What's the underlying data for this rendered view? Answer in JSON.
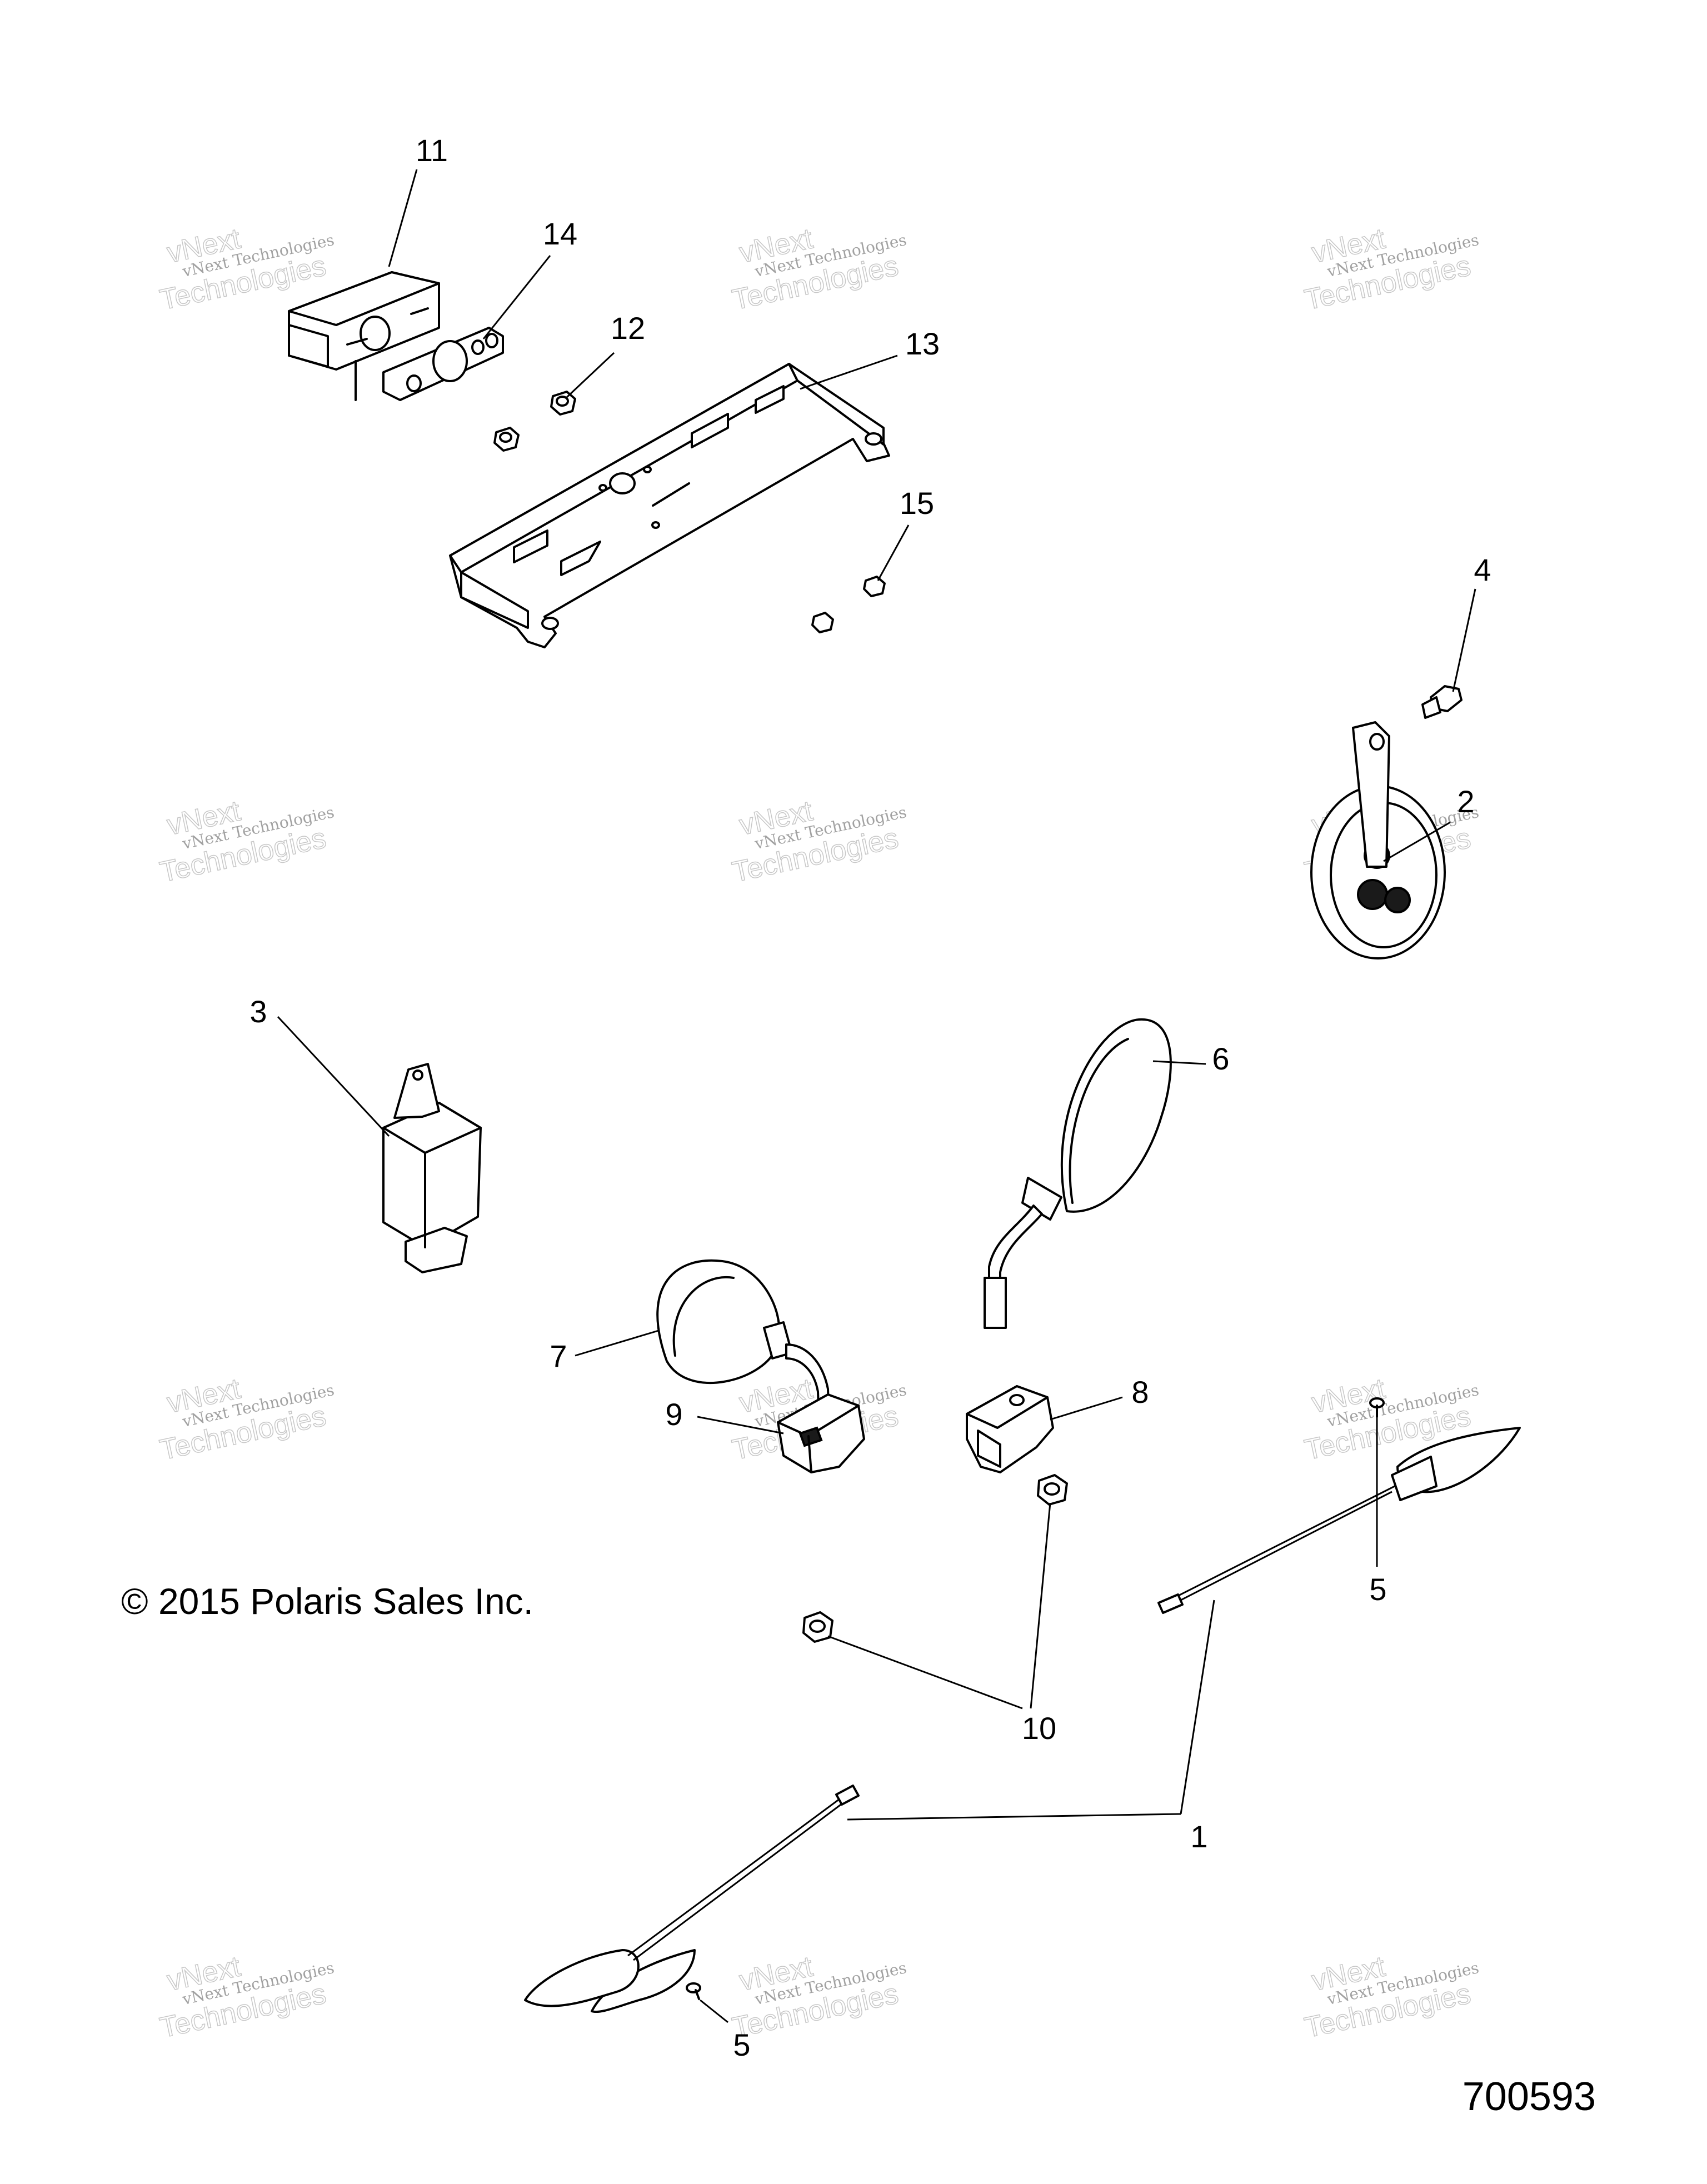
{
  "callouts": {
    "c1": "1",
    "c2": "2",
    "c3": "3",
    "c4": "4",
    "c5a": "5",
    "c5b": "5",
    "c6": "6",
    "c7": "7",
    "c8": "8",
    "c9": "9",
    "c10": "10",
    "c11": "11",
    "c12": "12",
    "c13": "13",
    "c14": "14",
    "c15": "15"
  },
  "copyright": "© 2015 Polaris Sales Inc.",
  "figure_number": "700593",
  "watermark": {
    "line1": "vNext Technologies",
    "brand_a": "vNext",
    "brand_b": "Technologies"
  }
}
